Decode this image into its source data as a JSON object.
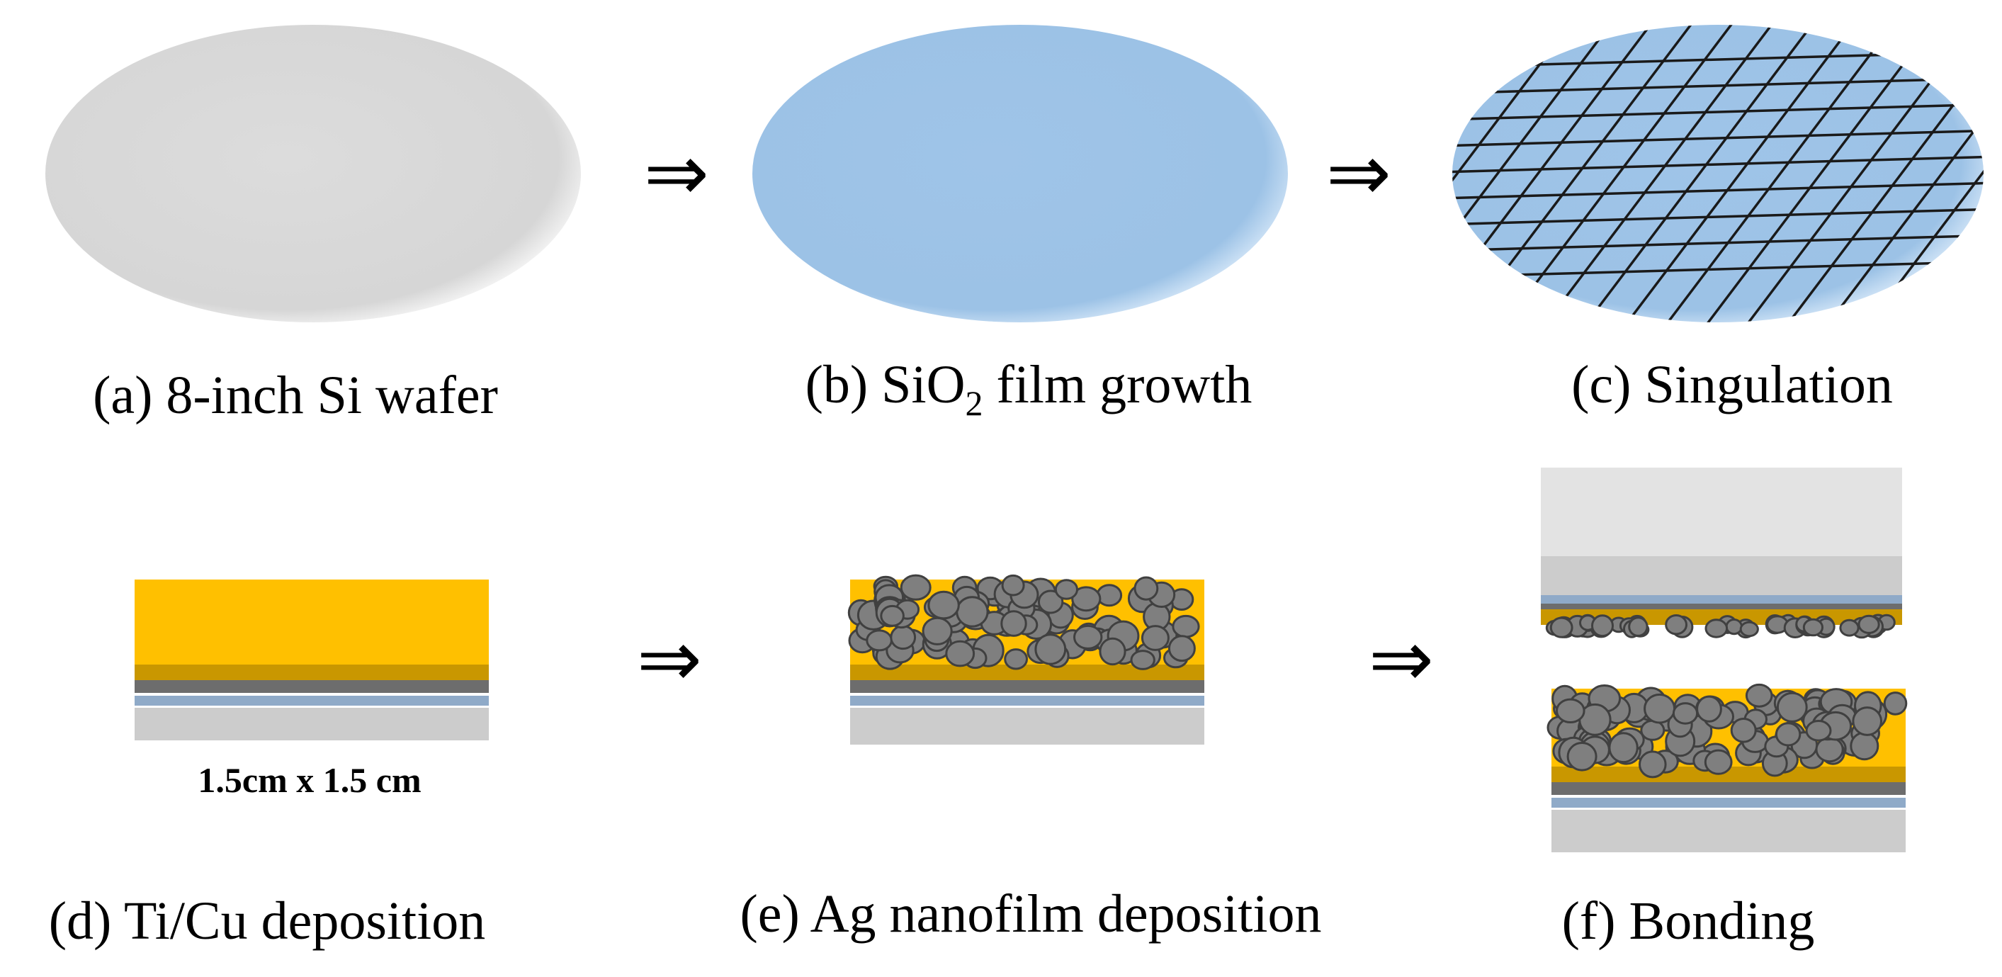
{
  "steps": {
    "a": {
      "label": "(a) 8-inch Si wafer"
    },
    "b": {
      "label_pre": "(b) SiO",
      "label_sub": "2",
      "label_post": " film growth"
    },
    "c": {
      "label": "(c) Singulation"
    },
    "d": {
      "label": "(d) Ti/Cu deposition",
      "dimension": "1.5cm x 1.5 cm"
    },
    "e": {
      "label": "(e) Ag nanofilm deposition"
    },
    "f": {
      "label": "(f) Bonding"
    }
  },
  "arrow_symbol": "⇒",
  "colors": {
    "si_wafer": "#d9d9d9",
    "sio2_wafer": "#9dc3e6",
    "substrate": "#cccccc",
    "sio2_layer": "#8faac8",
    "ti_layer": "#6d6d6d",
    "cu_layer": "#ffc000",
    "cu_dark": "#c99700",
    "ag_particle": "#7f7f7f",
    "ag_outline": "#404040",
    "grid_line": "#1a1a1a"
  }
}
